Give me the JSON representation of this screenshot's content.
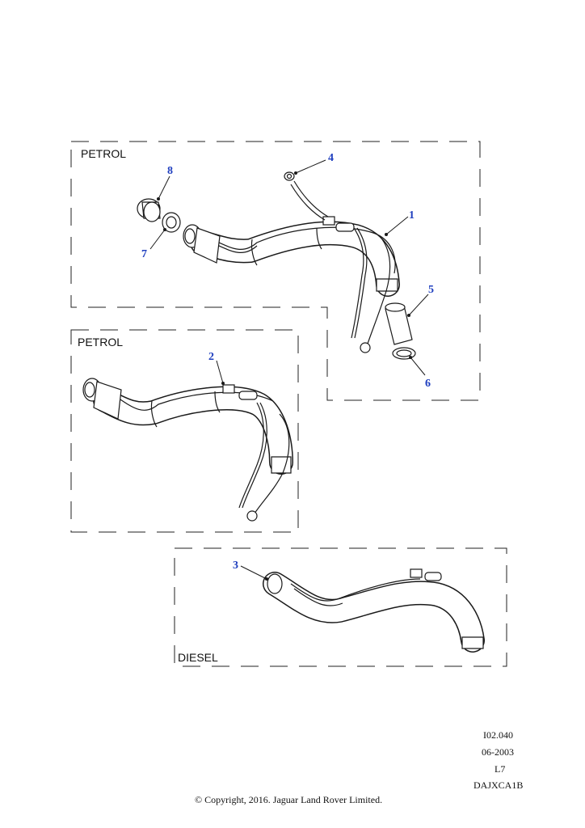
{
  "sections": {
    "petrol_top": {
      "label": "PETROL"
    },
    "petrol_middle": {
      "label": "PETROL"
    },
    "diesel": {
      "label": "DIESEL"
    }
  },
  "callouts": [
    {
      "id": "1",
      "label": "1"
    },
    {
      "id": "2",
      "label": "2"
    },
    {
      "id": "3",
      "label": "3"
    },
    {
      "id": "4",
      "label": "4"
    },
    {
      "id": "5",
      "label": "5"
    },
    {
      "id": "6",
      "label": "6"
    },
    {
      "id": "7",
      "label": "7"
    },
    {
      "id": "8",
      "label": "8"
    }
  ],
  "footer": {
    "ref_code": "I02.040",
    "date": "06-2003",
    "level": "L7",
    "catalog_code": "DAJXCA1B",
    "copyright": "© Copyright, 2016. Jaguar Land Rover Limited."
  },
  "colors": {
    "callout": "#1f3fbf",
    "line": "#1a1a1a",
    "background": "#ffffff"
  }
}
